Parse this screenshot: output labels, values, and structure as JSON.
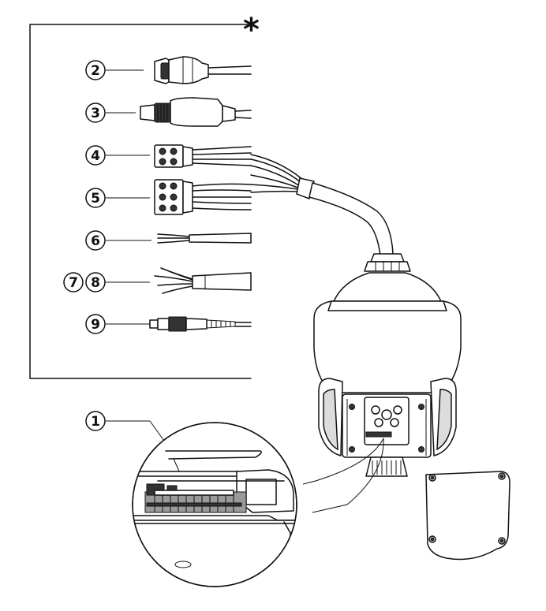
{
  "marker": "*",
  "callouts": [
    {
      "id": "c2",
      "label": "2",
      "part": "bnc-video-connector"
    },
    {
      "id": "c3",
      "label": "3",
      "part": "power-dc-connector"
    },
    {
      "id": "c4",
      "label": "4",
      "part": "terminal-block-4pin"
    },
    {
      "id": "c5",
      "label": "5",
      "part": "terminal-block-6pin"
    },
    {
      "id": "c6",
      "label": "6",
      "part": "bare-wire-bundle"
    },
    {
      "id": "c7",
      "label": "7",
      "part": "multi-wire-bundle"
    },
    {
      "id": "c8",
      "label": "8",
      "part": "multi-wire-bundle"
    },
    {
      "id": "c9",
      "label": "9",
      "part": "fiber-connector"
    },
    {
      "id": "c1",
      "label": "1",
      "part": "internal-terminal-connector"
    }
  ]
}
